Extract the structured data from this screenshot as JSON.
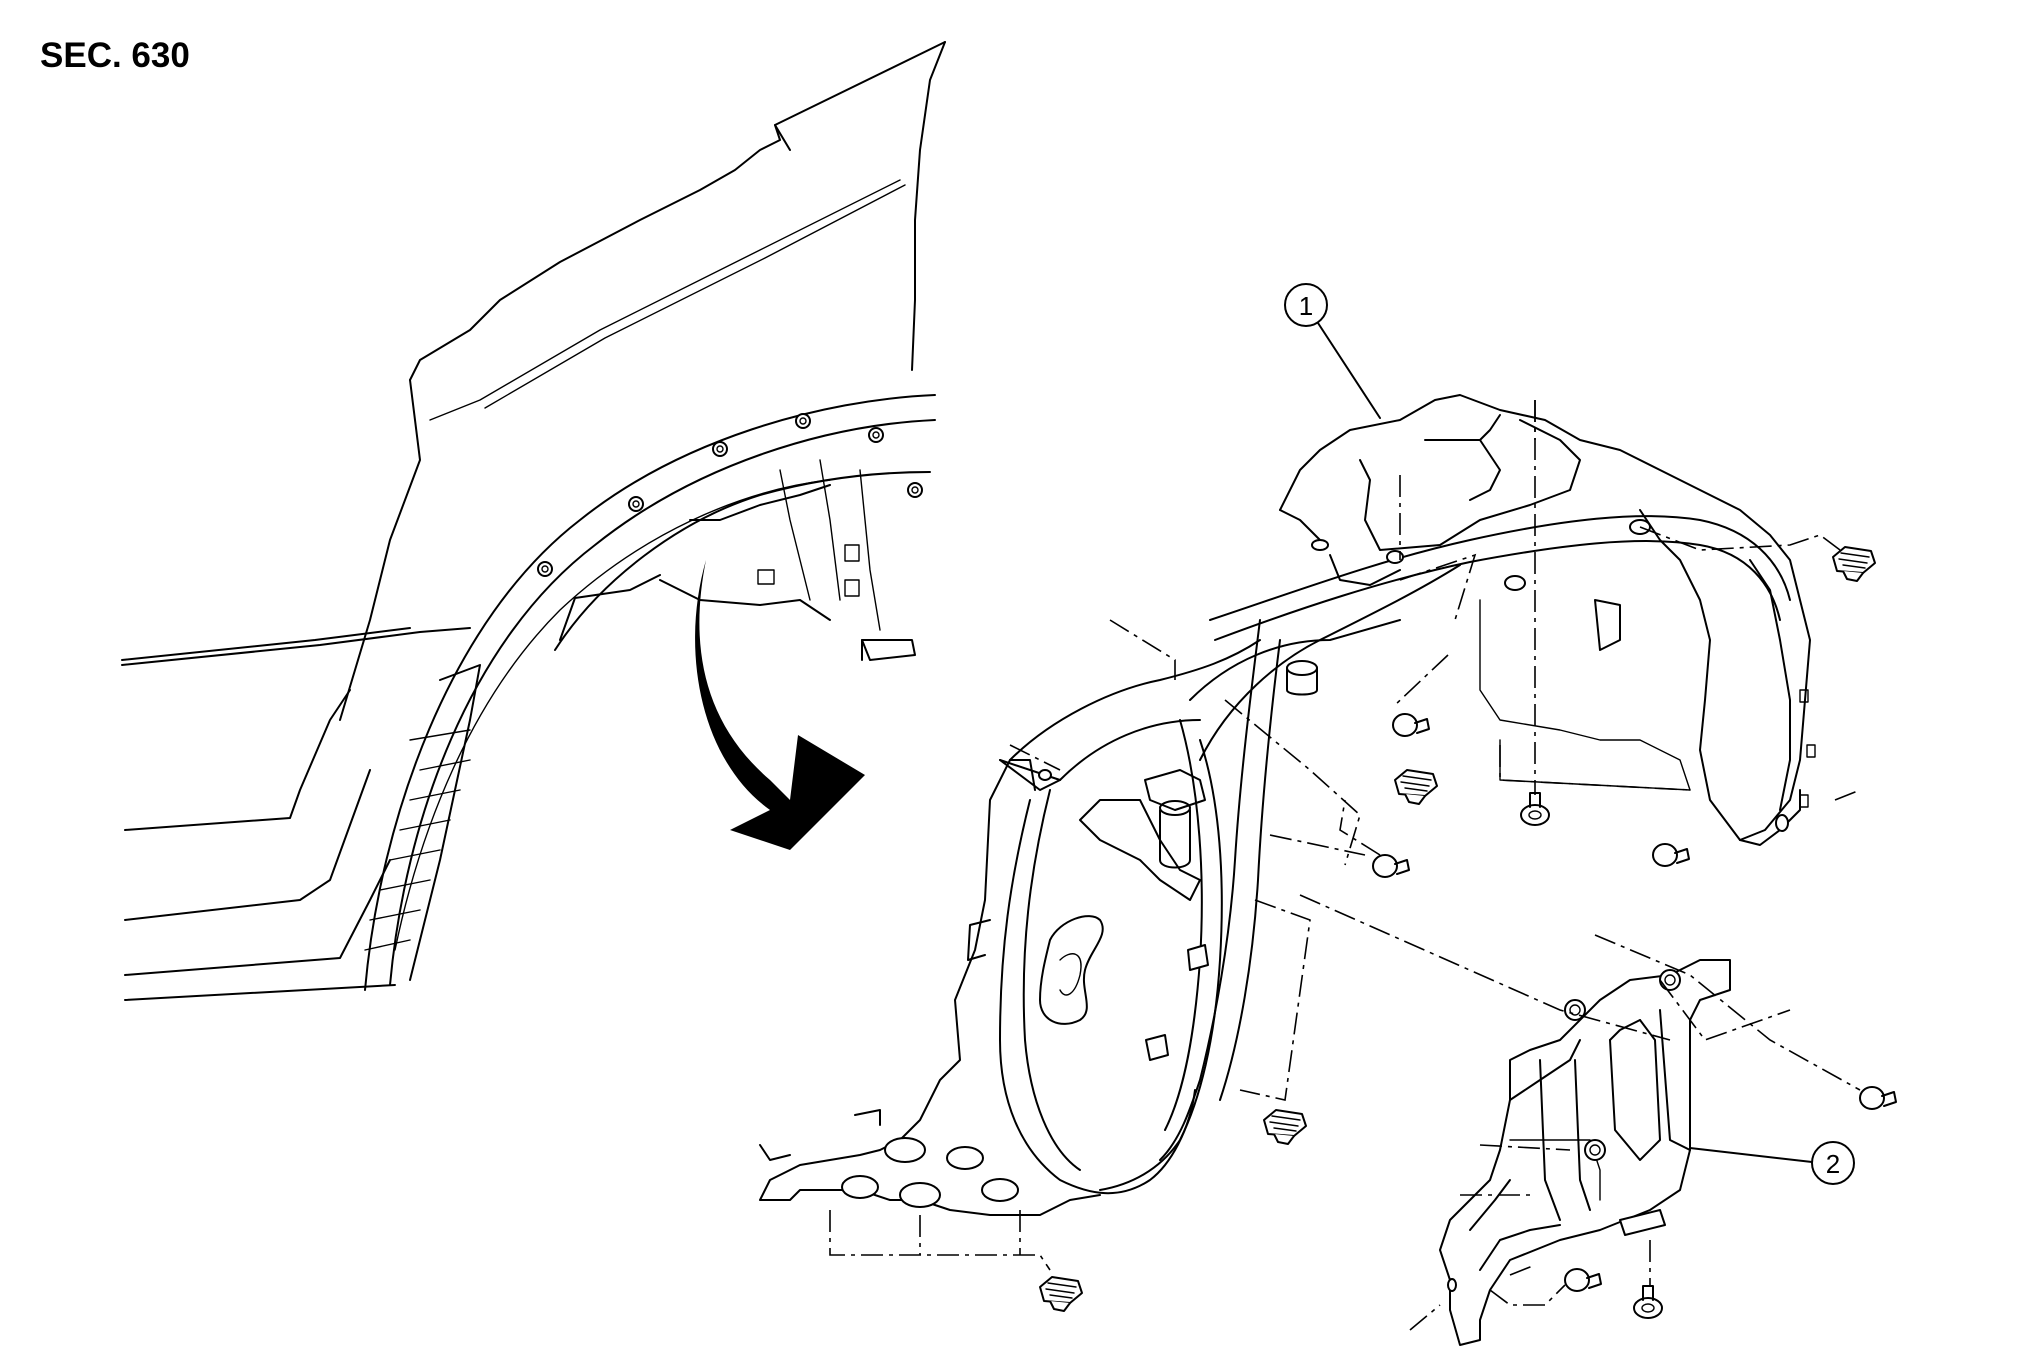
{
  "section_label": "SEC. 630",
  "callouts": [
    {
      "id": "1",
      "part": "front-fender-protector-front"
    },
    {
      "id": "2",
      "part": "front-fender-protector-rear"
    }
  ],
  "colors": {
    "line": "#000000",
    "background": "#ffffff"
  }
}
